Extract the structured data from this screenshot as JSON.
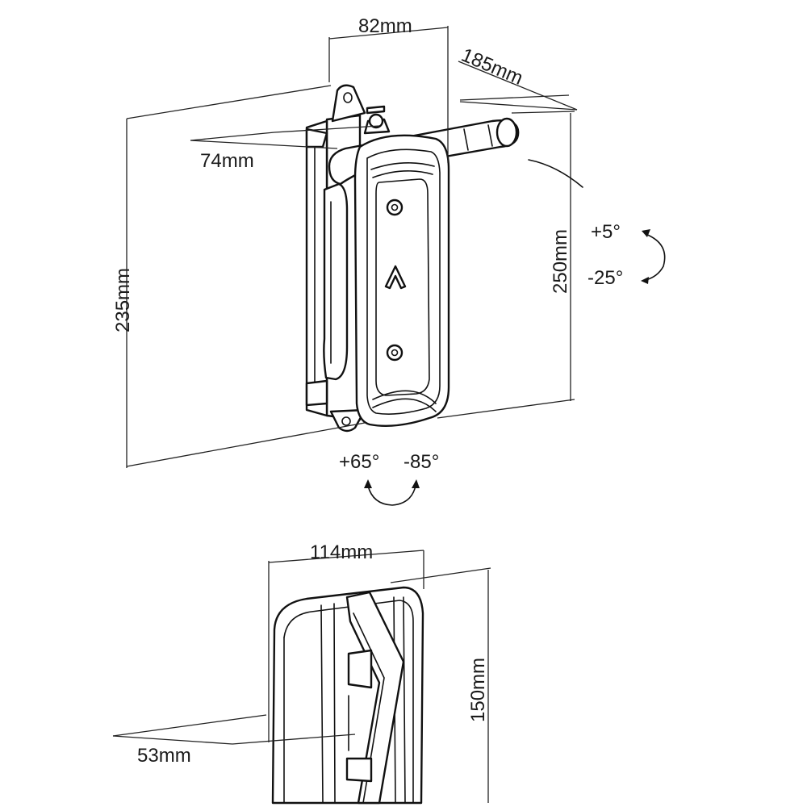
{
  "dimensions": {
    "width_top": "82mm",
    "depth_top": "185mm",
    "arm_depth": "74mm",
    "height_left": "235mm",
    "height_right": "250mm",
    "width_bottom": "114mm",
    "height_bottom": "150mm",
    "depth_bottom": "53mm"
  },
  "rotation": {
    "tilt_up": "+5°",
    "tilt_down": "-25°",
    "swivel_left": "+65°",
    "swivel_right": "-85°"
  },
  "colors": {
    "line": "#111111",
    "background": "#ffffff"
  },
  "icons": [
    "tilt-arrow-icon",
    "swivel-arrow-icon",
    "chevron-up-icon"
  ]
}
